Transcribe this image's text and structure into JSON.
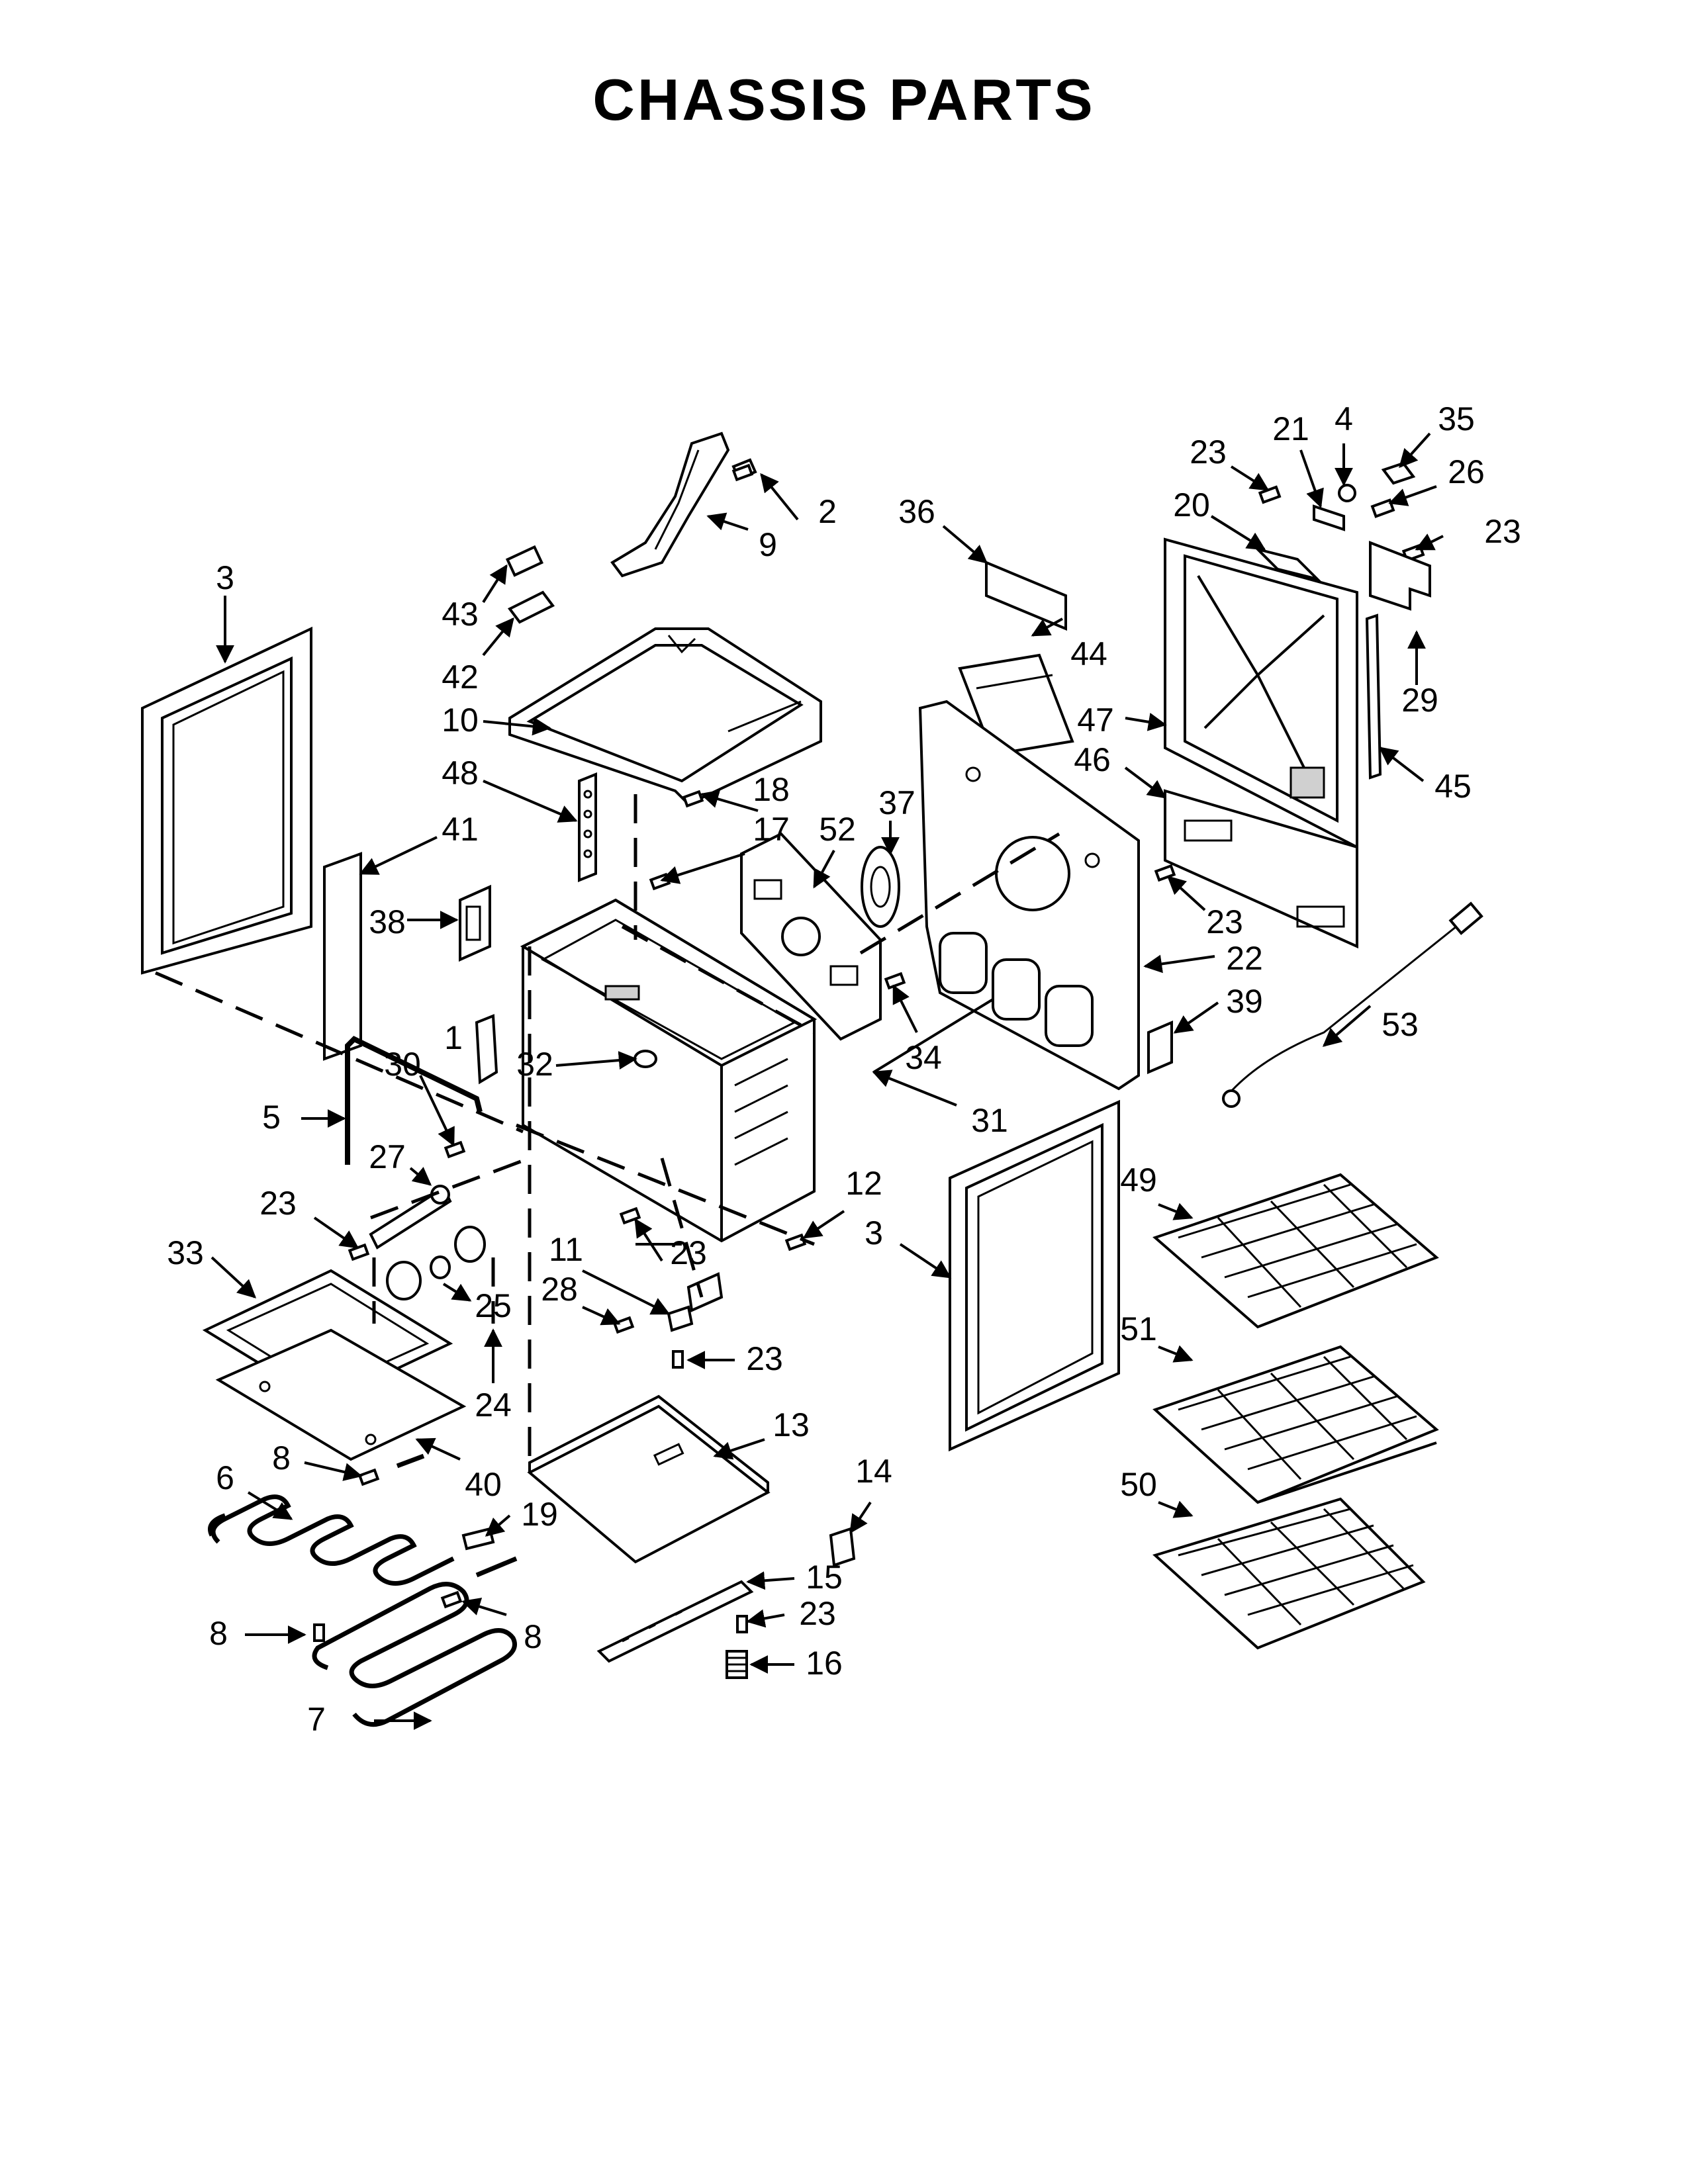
{
  "page": {
    "title": "CHASSIS PARTS"
  },
  "callouts": [
    {
      "id": "c2",
      "label": "2"
    },
    {
      "id": "c9",
      "label": "9"
    },
    {
      "id": "c36",
      "label": "36"
    },
    {
      "id": "c23a",
      "label": "23"
    },
    {
      "id": "c21",
      "label": "21"
    },
    {
      "id": "c4",
      "label": "4"
    },
    {
      "id": "c35",
      "label": "35"
    },
    {
      "id": "c26",
      "label": "26"
    },
    {
      "id": "c20",
      "label": "20"
    },
    {
      "id": "c23b",
      "label": "23"
    },
    {
      "id": "c3a",
      "label": "3"
    },
    {
      "id": "c43",
      "label": "43"
    },
    {
      "id": "c42",
      "label": "42"
    },
    {
      "id": "c44",
      "label": "44"
    },
    {
      "id": "c29",
      "label": "29"
    },
    {
      "id": "c10",
      "label": "10"
    },
    {
      "id": "c47",
      "label": "47"
    },
    {
      "id": "c46",
      "label": "46"
    },
    {
      "id": "c45",
      "label": "45"
    },
    {
      "id": "c48",
      "label": "48"
    },
    {
      "id": "c18",
      "label": "18"
    },
    {
      "id": "c37",
      "label": "37"
    },
    {
      "id": "c17",
      "label": "17"
    },
    {
      "id": "c52",
      "label": "52"
    },
    {
      "id": "c41",
      "label": "41"
    },
    {
      "id": "c23c",
      "label": "23"
    },
    {
      "id": "c38",
      "label": "38"
    },
    {
      "id": "c22",
      "label": "22"
    },
    {
      "id": "c39",
      "label": "39"
    },
    {
      "id": "c53",
      "label": "53"
    },
    {
      "id": "c1",
      "label": "1"
    },
    {
      "id": "c34",
      "label": "34"
    },
    {
      "id": "c30",
      "label": "30"
    },
    {
      "id": "c32",
      "label": "32"
    },
    {
      "id": "c5",
      "label": "5"
    },
    {
      "id": "c31",
      "label": "31"
    },
    {
      "id": "c27",
      "label": "27"
    },
    {
      "id": "c12",
      "label": "12"
    },
    {
      "id": "c49",
      "label": "49"
    },
    {
      "id": "c23d",
      "label": "23"
    },
    {
      "id": "c3b",
      "label": "3"
    },
    {
      "id": "c11",
      "label": "11"
    },
    {
      "id": "c33",
      "label": "33"
    },
    {
      "id": "c23e",
      "label": "23"
    },
    {
      "id": "c25",
      "label": "25"
    },
    {
      "id": "c28",
      "label": "28"
    },
    {
      "id": "c23f",
      "label": "23"
    },
    {
      "id": "c51",
      "label": "51"
    },
    {
      "id": "c24",
      "label": "24"
    },
    {
      "id": "c13",
      "label": "13"
    },
    {
      "id": "c6",
      "label": "6"
    },
    {
      "id": "c8a",
      "label": "8"
    },
    {
      "id": "c40",
      "label": "40"
    },
    {
      "id": "c14",
      "label": "14"
    },
    {
      "id": "c50",
      "label": "50"
    },
    {
      "id": "c19",
      "label": "19"
    },
    {
      "id": "c15",
      "label": "15"
    },
    {
      "id": "c23g",
      "label": "23"
    },
    {
      "id": "c8b",
      "label": "8"
    },
    {
      "id": "c8c",
      "label": "8"
    },
    {
      "id": "c16",
      "label": "16"
    },
    {
      "id": "c7",
      "label": "7"
    }
  ]
}
